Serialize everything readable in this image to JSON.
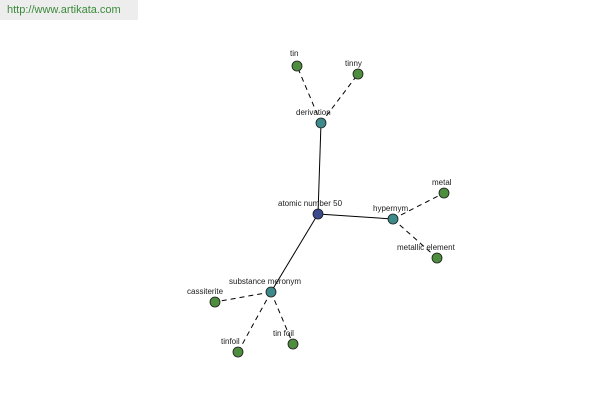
{
  "watermark": {
    "url": "http://www.artikata.com"
  },
  "colors": {
    "root": "#3a4a8c",
    "relation": "#3e8a8a",
    "leaf": "#4e8c3e"
  },
  "graph": {
    "root": {
      "id": "root",
      "label": "atomic number 50",
      "type": "root"
    },
    "relations": [
      {
        "id": "derivation",
        "label": "derivation",
        "type": "relation"
      },
      {
        "id": "hypernym",
        "label": "hypernym",
        "type": "relation"
      },
      {
        "id": "substance-meronym",
        "label": "substance meronym",
        "type": "relation"
      }
    ],
    "leaves": [
      {
        "id": "tin",
        "label": "tin",
        "parent": "derivation"
      },
      {
        "id": "tinny",
        "label": "tinny",
        "parent": "derivation"
      },
      {
        "id": "metal",
        "label": "metal",
        "parent": "hypernym"
      },
      {
        "id": "metallic-element",
        "label": "metallic element",
        "parent": "hypernym"
      },
      {
        "id": "cassiterite",
        "label": "cassiterite",
        "parent": "substance-meronym"
      },
      {
        "id": "tinfoil",
        "label": "tinfoil",
        "parent": "substance-meronym"
      },
      {
        "id": "tin-foil",
        "label": "tin foil",
        "parent": "substance-meronym"
      }
    ]
  }
}
